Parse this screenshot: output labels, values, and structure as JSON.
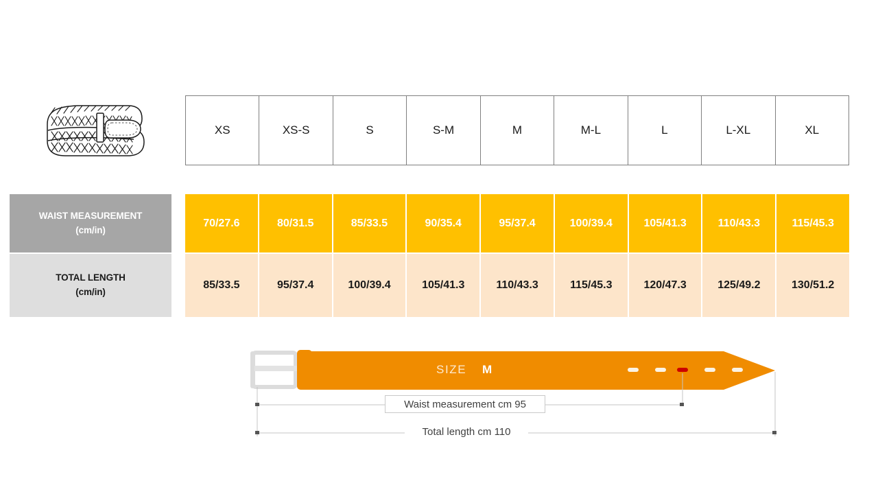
{
  "product_icon": {
    "name": "braided-belt-illustration",
    "alt": "Rolled braided belt with buckle"
  },
  "size_table": {
    "sizes": [
      "XS",
      "XS-S",
      "S",
      "S-M",
      "M",
      "M-L",
      "L",
      "L-XL",
      "XL"
    ],
    "rows": [
      {
        "key": "waist",
        "label_line1": "WAIST MEASUREMENT",
        "label_line2": "(cm/in)",
        "label_bg": "#a6a6a6",
        "label_color": "#ffffff",
        "cell_bg": "#ffc000",
        "cell_color": "#ffffff",
        "values": [
          "70/27.6",
          "80/31.5",
          "85/33.5",
          "90/35.4",
          "95/37.4",
          "100/39.4",
          "105/41.3",
          "110/43.3",
          "115/45.3"
        ]
      },
      {
        "key": "length",
        "label_line1": "TOTAL LENGTH",
        "label_line2": "(cm/in)",
        "label_bg": "#dedede",
        "label_color": "#1a1a1a",
        "cell_bg": "#fde5ca",
        "cell_color": "#1a1a1a",
        "values": [
          "85/33.5",
          "95/37.4",
          "100/39.4",
          "105/41.3",
          "110/43.3",
          "115/45.3",
          "120/47.3",
          "125/49.2",
          "130/51.2"
        ]
      }
    ],
    "border_color": "#7f7f7f"
  },
  "belt_diagram": {
    "size_caption": "SIZE",
    "size_value": "M",
    "waist_dimension_label": "Waist measurement cm 95",
    "total_length_label": "Total length cm 110",
    "belt_color": "#f08c00",
    "buckle_color": "#e0e0e0",
    "active_hole_color": "#cc0000",
    "hole_count": 5,
    "active_hole_index": 3
  }
}
